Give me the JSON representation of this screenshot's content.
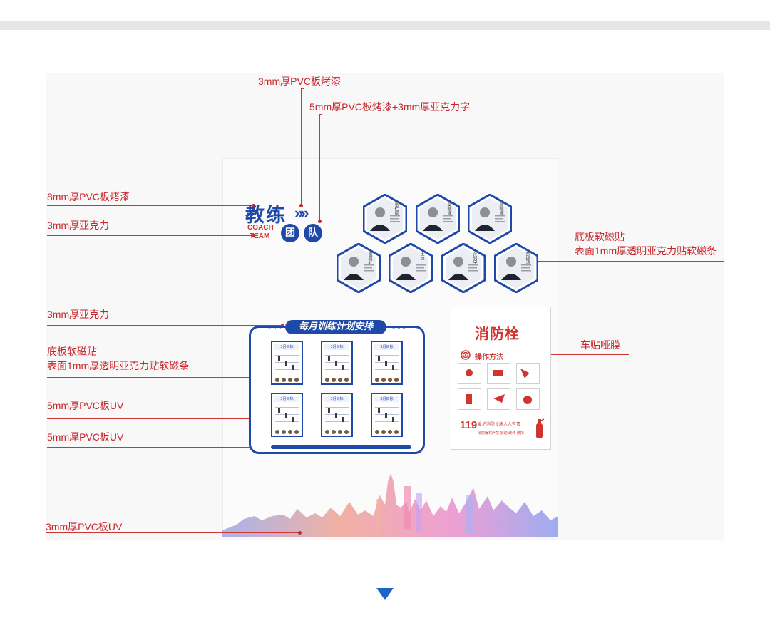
{
  "annotations": {
    "top_1": "3mm厚PVC板烤漆",
    "top_2": "5mm厚PVC板烤漆+3mm厚亚克力字",
    "left_1": "8mm厚PVC板烤漆",
    "left_2": "3mm厚亚克力",
    "left_3": "3mm厚亚克力",
    "left_4a": "底板软磁贴",
    "left_4b": "表面1mm厚透明亚克力贴软磁条",
    "left_5": "5mm厚PVC板UV",
    "left_6": "5mm厚PVC板UV",
    "left_7": "3mm厚PVC板UV",
    "right_1a": "底板软磁贴",
    "right_1b": "表面1mm厚透明亚克力贴软磁条",
    "right_2": "车贴哑膜"
  },
  "coach_panel": {
    "title": "教练",
    "arrows": "»»",
    "sub_1": "COACH",
    "sub_2": "TEAM",
    "badge_1": "团",
    "badge_2": "队",
    "coaches_row1": [
      "张仁斌",
      "吴晓建",
      "顾晓楠"
    ],
    "coaches_row2": [
      "谢辰轩",
      "王迪",
      "孙润宇",
      "贾振涛"
    ]
  },
  "training_board": {
    "title": "每月训练计划安排",
    "stars": "★★★",
    "card_label": "3月目标"
  },
  "fire_panel": {
    "title": "消防栓",
    "subtitle": "操作方法",
    "number": "119",
    "slogan": "爱护消防设施人人有责",
    "note": "消防器材严禁 挪动 破坏 遮挡"
  },
  "colors": {
    "accent_blue": "#1f49a8",
    "accent_red": "#d2342f",
    "arrow_blue": "#1e63c6"
  },
  "icons": {
    "scroll_indicator": "down-triangle-icon",
    "fire_logo": "spiral-icon",
    "extinguisher": "fire-extinguisher-icon"
  }
}
